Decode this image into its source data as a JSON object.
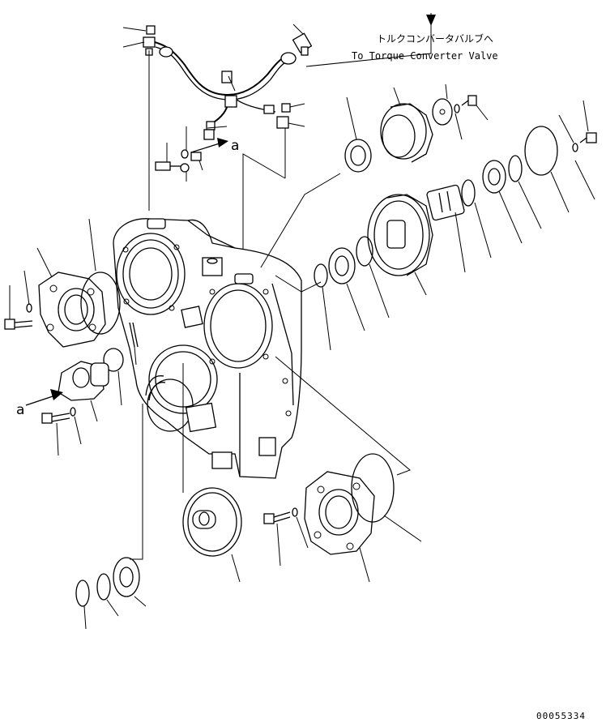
{
  "note": {
    "jp": "トルクコンバータバルブへ",
    "en": "To Torque Converter Valve"
  },
  "view_marker_upper": "a",
  "view_marker_lower": "a",
  "drawing_number": "00055334"
}
